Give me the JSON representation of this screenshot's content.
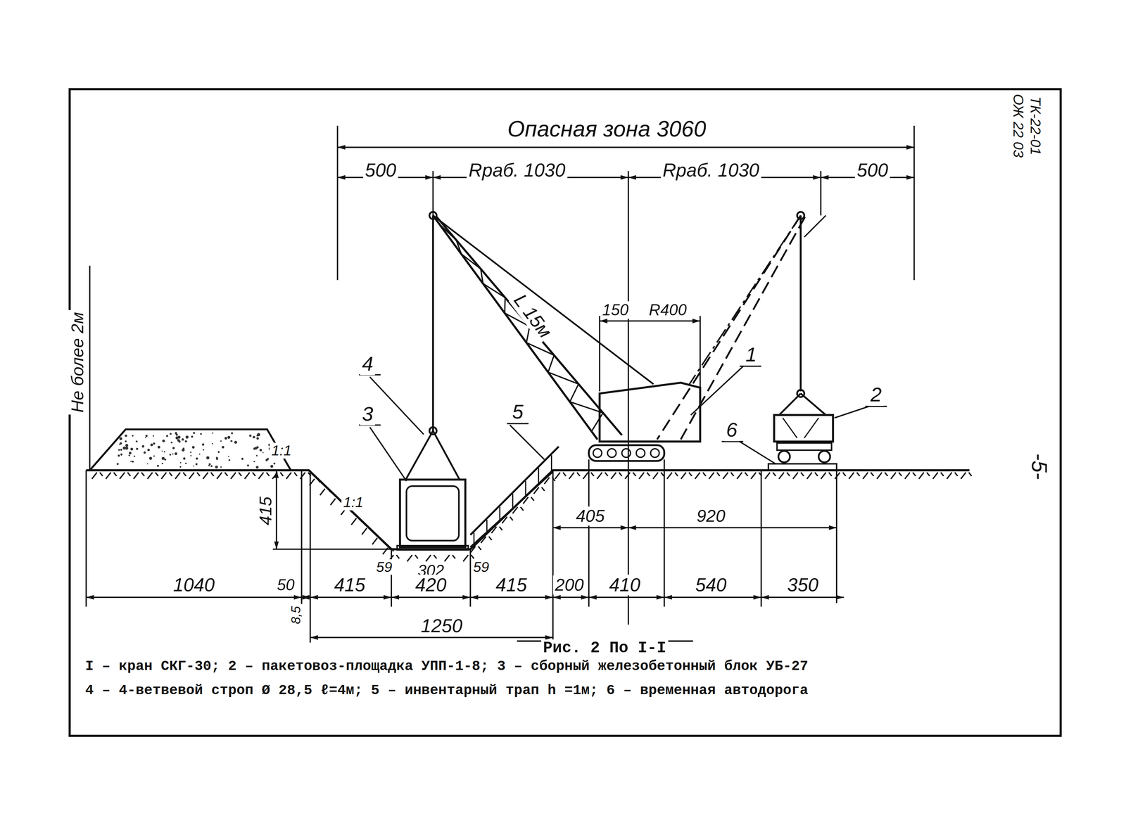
{
  "diagram": {
    "caption": "Рис. 2 По I-I",
    "labels": [
      "Опасная зона 3060",
      "500",
      "Rраб. 1030",
      "Rраб. 1030",
      "500",
      "150",
      "R400",
      "L 15м",
      "4",
      "3",
      "5",
      "1",
      "2",
      "6",
      "Не более 2м",
      "1:1",
      "1:1",
      "415",
      "405",
      "920",
      "59",
      "302",
      "59",
      "1040",
      "50",
      "415",
      "420",
      "415",
      "200",
      "410",
      "540",
      "350",
      "8,5",
      "1250",
      "I – кран СКГ-30; 2 – пакетовоз-площадка УПП-1-8; 3 – сборный железобетонный блок УБ-27",
      "4 – 4-ветвевой строп Ø 28,5 ℓ=4м; 5 – инвентарный трап h =1м; 6 – временная автодорога",
      "ТК-22-01",
      "ОЖ 22 03",
      "-5-"
    ]
  }
}
